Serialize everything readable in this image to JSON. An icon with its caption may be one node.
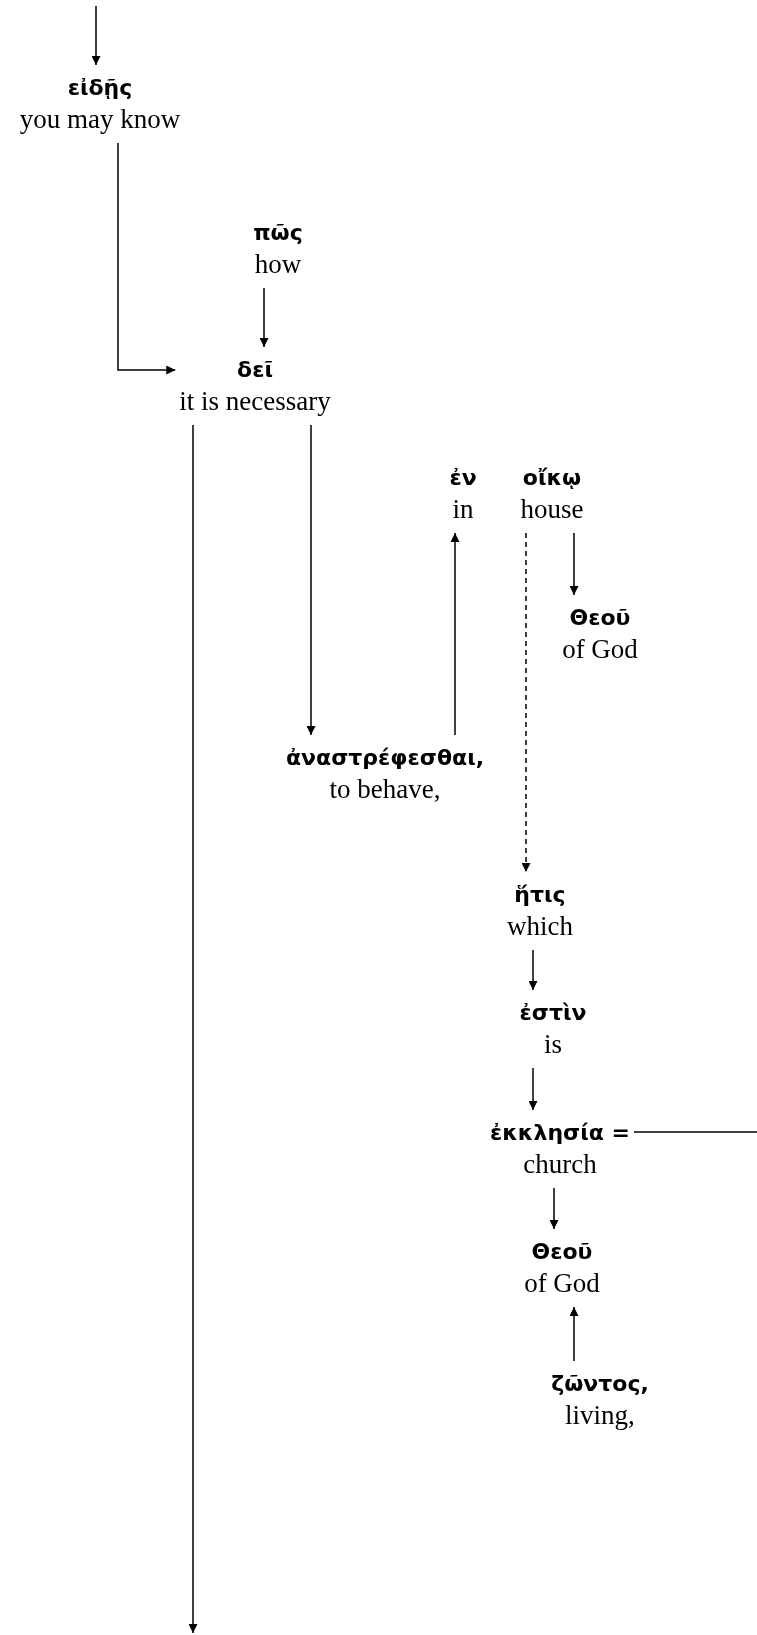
{
  "diagram": {
    "nodes": [
      {
        "text": [
          "εἰδῇς",
          "you may know"
        ]
      },
      {
        "text": [
          "πῶς",
          "how"
        ]
      },
      {
        "text": [
          "δεῖ",
          "it is necessary"
        ]
      },
      {
        "text": [
          "ἐν",
          "in"
        ]
      },
      {
        "text": [
          "οἴκῳ",
          "house"
        ]
      },
      {
        "text": [
          "Θεοῦ",
          "of God"
        ]
      },
      {
        "text": [
          "ἀναστρέφεσθαι,",
          "to behave,"
        ]
      },
      {
        "text": [
          "ἥτις",
          "which"
        ]
      },
      {
        "text": [
          "ἐστὶν",
          "is"
        ]
      },
      {
        "text": [
          "ἐκκλησία =",
          "church"
        ]
      },
      {
        "text": [
          "Θεοῦ",
          "of God"
        ]
      },
      {
        "text": [
          "ζῶντος,",
          "living,"
        ]
      }
    ],
    "edges": [
      {
        "from": null,
        "to": 0,
        "arrow": "to"
      },
      {
        "from": 0,
        "to": 2,
        "arrow": "to"
      },
      {
        "from": 1,
        "to": 2,
        "arrow": "to"
      },
      {
        "from": 2,
        "to": 6,
        "arrow": "to"
      },
      {
        "from": 6,
        "to": 3,
        "arrow": "to"
      },
      {
        "from": 4,
        "to": 7,
        "arrow": "to",
        "style": "dashed"
      },
      {
        "from": 4,
        "to": 5,
        "arrow": "to"
      },
      {
        "from": 7,
        "to": 8,
        "arrow": "to"
      },
      {
        "from": 8,
        "to": 9,
        "arrow": "to"
      },
      {
        "from": 9,
        "to": null,
        "arrow": "none"
      },
      {
        "from": 9,
        "to": 10,
        "arrow": "to"
      },
      {
        "from": 11,
        "to": 10,
        "arrow": "to"
      },
      {
        "from": 2,
        "to": null,
        "arrow": "to"
      }
    ]
  }
}
